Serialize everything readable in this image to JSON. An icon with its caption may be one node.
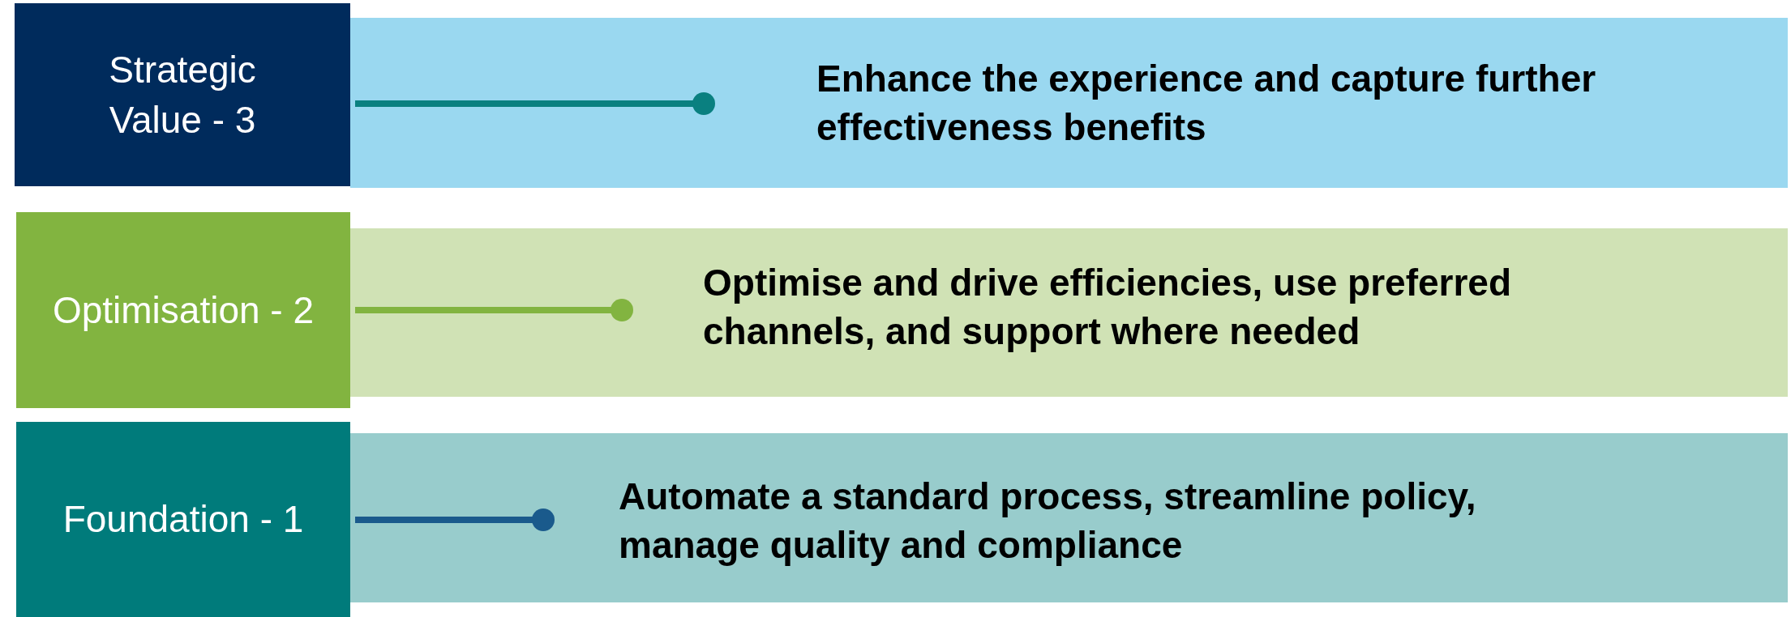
{
  "diagram": {
    "nodes": [
      {
        "text": [
          "Strategic Value - 3"
        ]
      },
      {
        "text": [
          "Enhance the experience and capture further effectiveness benefits"
        ]
      },
      {
        "text": [
          "Optimisation - 2"
        ]
      },
      {
        "text": [
          "Optimise and drive efficiencies, use preferred channels, and support where needed"
        ]
      },
      {
        "text": [
          "Foundation - 1"
        ]
      },
      {
        "text": [
          "Automate a standard process, streamline policy, manage quality and compliance"
        ]
      }
    ],
    "edges": [
      {
        "from": 0,
        "to": 1,
        "arrow": "other",
        "color": "#0a8080"
      },
      {
        "from": 2,
        "to": 3,
        "arrow": "other",
        "color": "#82b440"
      },
      {
        "from": 4,
        "to": 5,
        "arrow": "other",
        "color": "#1a5a8c"
      }
    ]
  }
}
